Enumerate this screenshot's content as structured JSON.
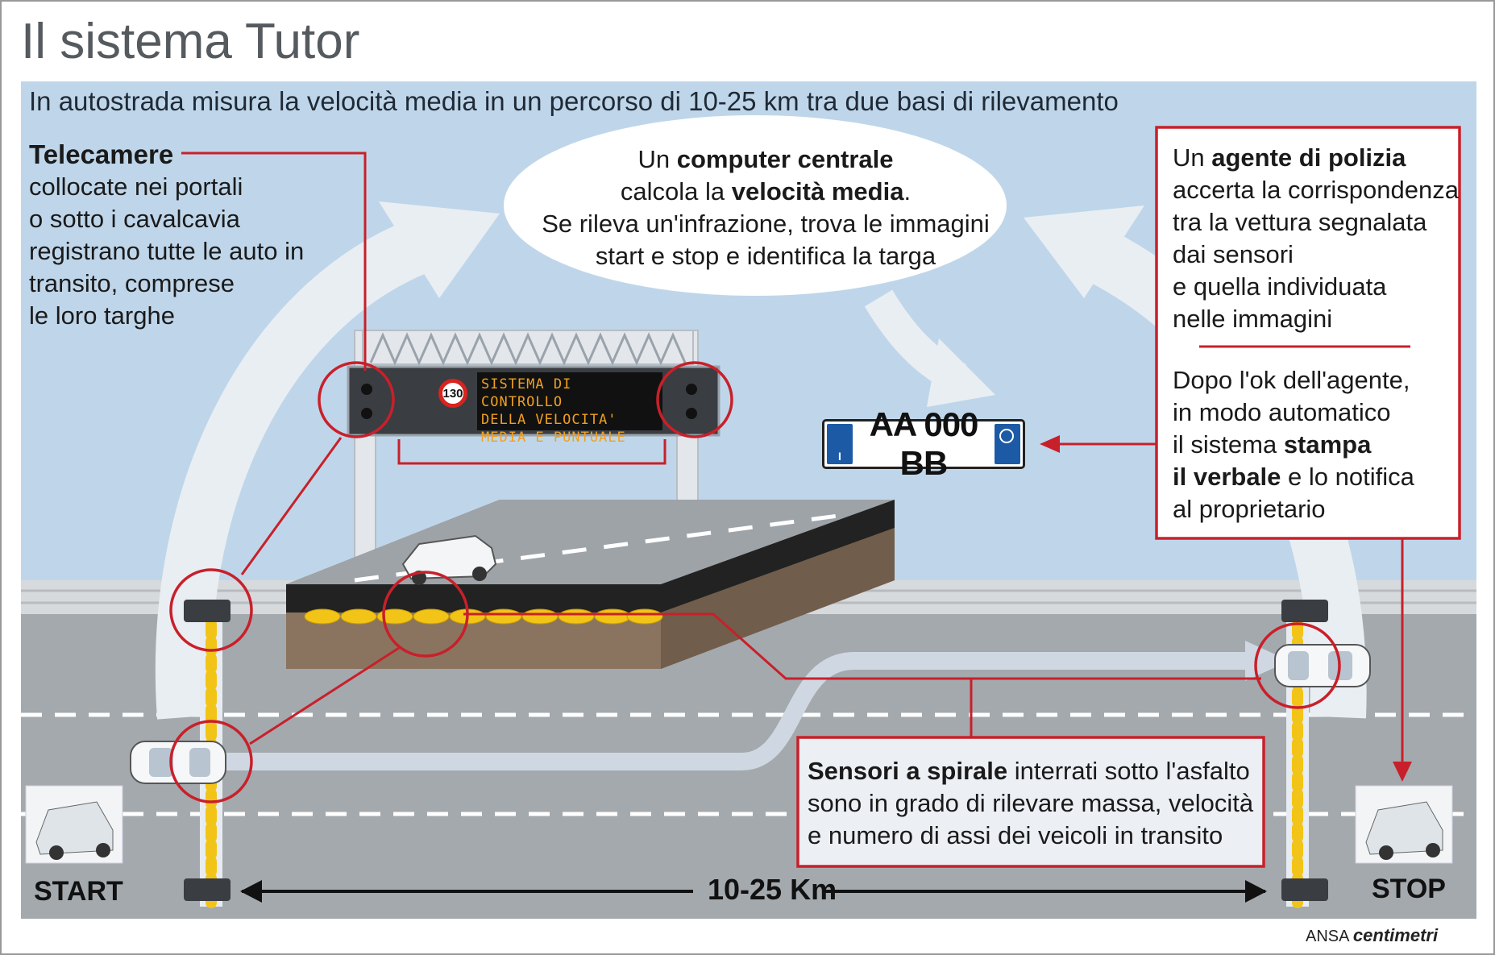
{
  "title": "Il sistema Tutor",
  "subtitle": "In autostrada misura la velocità media in un percorso di 10-25 km tra due basi di rilevamento",
  "telecamere": {
    "heading": "Telecamere",
    "lines": [
      "collocate nei portali",
      "o sotto i cavalcavia",
      "registrano tutte le auto in",
      "transito, comprese",
      "le loro targhe"
    ]
  },
  "computer": {
    "l1_pre": "Un ",
    "l1_bold": "computer centrale",
    "l2_pre": "calcola la ",
    "l2_bold": "velocità media",
    "l2_post": ".",
    "l3": "Se rileva un'infrazione, trova le immagini",
    "l4": "start e stop e identifica la targa"
  },
  "agente": {
    "l1_pre": "Un ",
    "l1_bold": "agente di polizia",
    "lines": [
      "accerta la corrispondenza",
      "tra la vettura segnalata",
      "dai sensori",
      "e quella individuata",
      "nelle immagini"
    ]
  },
  "verbale": {
    "l1": "Dopo l'ok dell'agente,",
    "l2": "in modo automatico",
    "l3_pre": "il sistema ",
    "l3_bold": "stampa",
    "l4_bold": "il verbale",
    "l4_post": " e lo notifica",
    "l5": "al proprietario"
  },
  "sensori": {
    "l1_bold": "Sensori a spirale",
    "l1_post": " interrati sotto l'asfalto",
    "l2": "sono in grado di rilevare massa, velocità",
    "l3": "e numero di assi dei veicoli in transito"
  },
  "plate": {
    "number": "AA 000 BB",
    "country": "I"
  },
  "vms": {
    "speed_limit": "130",
    "lines": [
      "SISTEMA DI CONTROLLO",
      "DELLA VELOCITA'",
      "MEDIA E PUNTUALE"
    ]
  },
  "labels": {
    "start": "START",
    "stop": "STOP",
    "distance": "10-25 Km"
  },
  "credit": {
    "agency": "ANSA",
    "brand": "centimetri"
  },
  "colors": {
    "sky": "#bfd6ea",
    "road": "#9ea3a8",
    "callout": "#c8202a",
    "arrow": "#e8eef4"
  }
}
